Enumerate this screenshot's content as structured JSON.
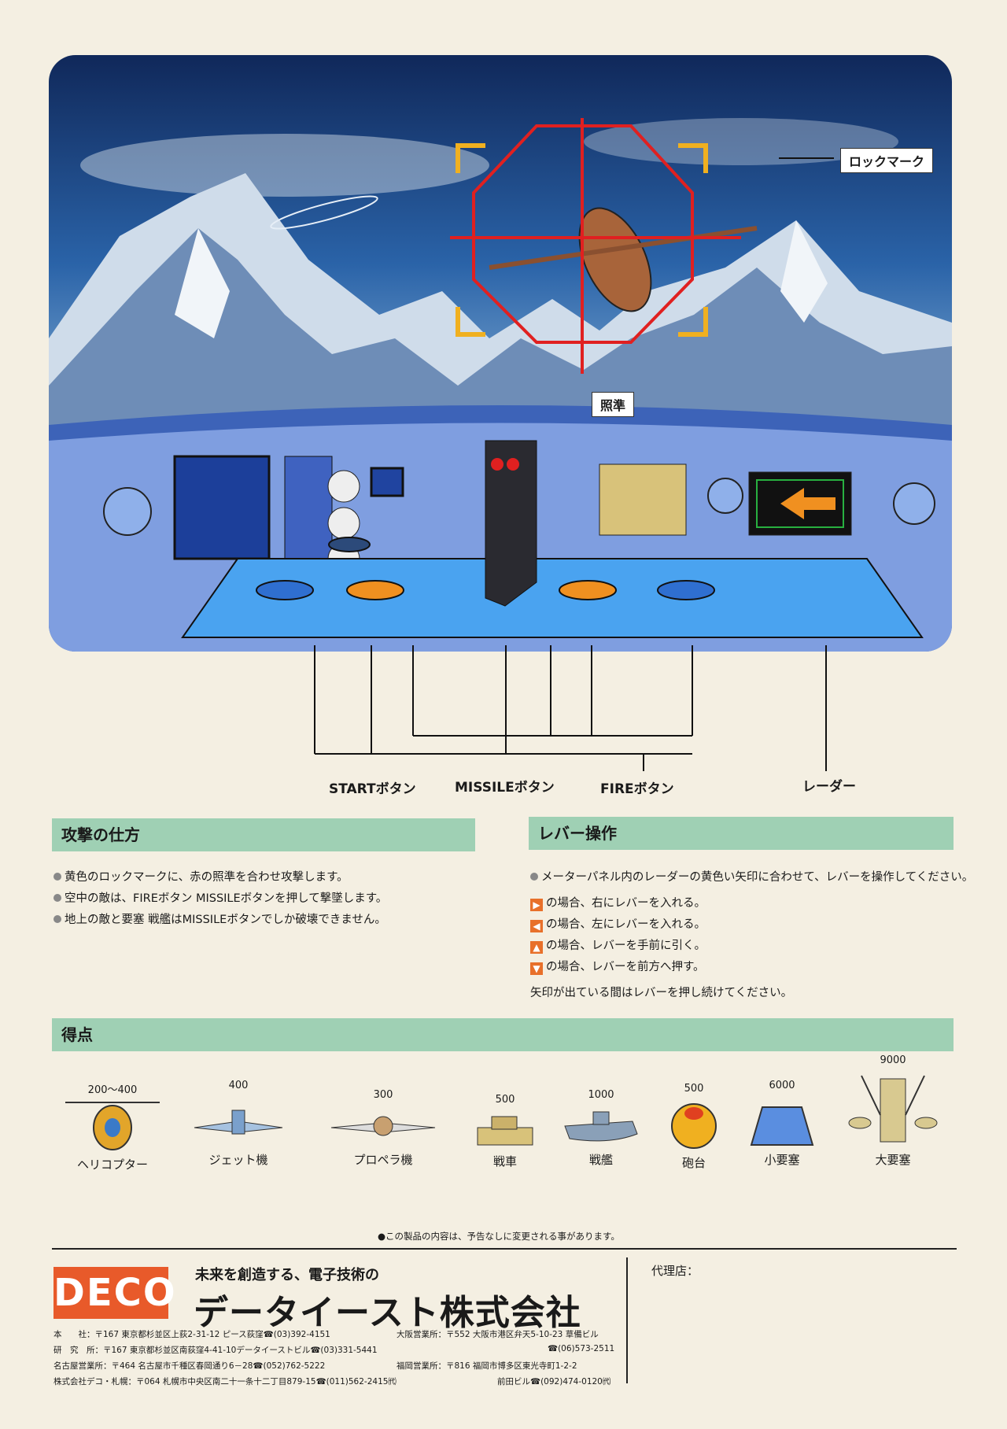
{
  "colors": {
    "accent_band": "#9fd0b4",
    "lock_mark": "#f0b020",
    "crosshair": "#e02020",
    "deco_logo": "#e85a2a",
    "panel_blue": "#5a86d8",
    "button_blue": "#2f6fd0",
    "button_orange": "#f09020"
  },
  "hero": {
    "lock_mark_label": "ロックマーク",
    "crosshair_label": "照準",
    "start_label": "STARTボタン",
    "missile_label": "MISSILEボタン",
    "fire_label": "FIREボタン",
    "radar_label": "レーダー"
  },
  "attack": {
    "heading": "攻撃の仕方",
    "items": [
      "黄色のロックマークに、赤の照準を合わせ攻撃します。",
      "空中の敵は、FIREボタン MISSILEボタンを押して撃墜します。",
      "地上の敵と要塞 戦艦はMISSILEボタンでしか破壊できません。"
    ]
  },
  "lever": {
    "heading": "レバー操作",
    "intro": "メーターパネル内のレーダーの黄色い矢印に合わせて、レバーを操作してください。",
    "items": [
      {
        "icon": "right-arrow-icon",
        "text": "の場合、右にレバーを入れる。"
      },
      {
        "icon": "left-arrow-icon",
        "text": "の場合、左にレバーを入れる。"
      },
      {
        "icon": "up-arrow-icon",
        "text": "の場合、レバーを手前に引く。"
      },
      {
        "icon": "down-arrow-icon",
        "text": "の場合、レバーを前方へ押す。"
      }
    ],
    "note": "矢印が出ている間はレバーを押し続けてください。"
  },
  "score": {
    "heading": "得点",
    "enemies": [
      {
        "points": "200～400",
        "name": "ヘリコプター",
        "icon": "helicopter-icon"
      },
      {
        "points": "400",
        "name": "ジェット機",
        "icon": "jet-icon"
      },
      {
        "points": "300",
        "name": "プロペラ機",
        "icon": "propeller-plane-icon"
      },
      {
        "points": "500",
        "name": "戦車",
        "icon": "tank-icon"
      },
      {
        "points": "1000",
        "name": "戦艦",
        "icon": "battleship-icon"
      },
      {
        "points": "500",
        "name": "砲台",
        "icon": "turret-icon"
      },
      {
        "points": "6000",
        "name": "小要塞",
        "icon": "small-fortress-icon"
      },
      {
        "points": "9000",
        "name": "大要塞",
        "icon": "large-fortress-icon"
      }
    ]
  },
  "notice": "●この製品の内容は、予告なしに変更される事があります。",
  "company": {
    "logo": "DECO",
    "tagline": "未来を創造する、電子技術の",
    "name": "データイースト株式会社",
    "agent_label": "代理店：",
    "offices_left": [
      "本　　社：〒167 東京都杉並区上荻2-31-12 ピース荻窪☎(03)392-4151",
      "研　究　所：〒167 東京都杉並区南荻窪4-41-10データイーストビル☎(03)331-5441",
      "名古屋営業所：〒464 名古屋市千種区春岡通り6－28☎(052)762-5222",
      "株式会社デコ・札幌：〒064 札幌市中央区南二十一条十二丁目879-15☎(011)562-2415㈹"
    ],
    "offices_right": [
      "大阪営業所：〒552 大阪市港区弁天5-10-23 草備ビル",
      "☎(06)573-2511",
      "福岡営業所：〒816 福岡市博多区東光寺町1-2-2",
      "前田ビル☎(092)474-0120㈹"
    ]
  }
}
